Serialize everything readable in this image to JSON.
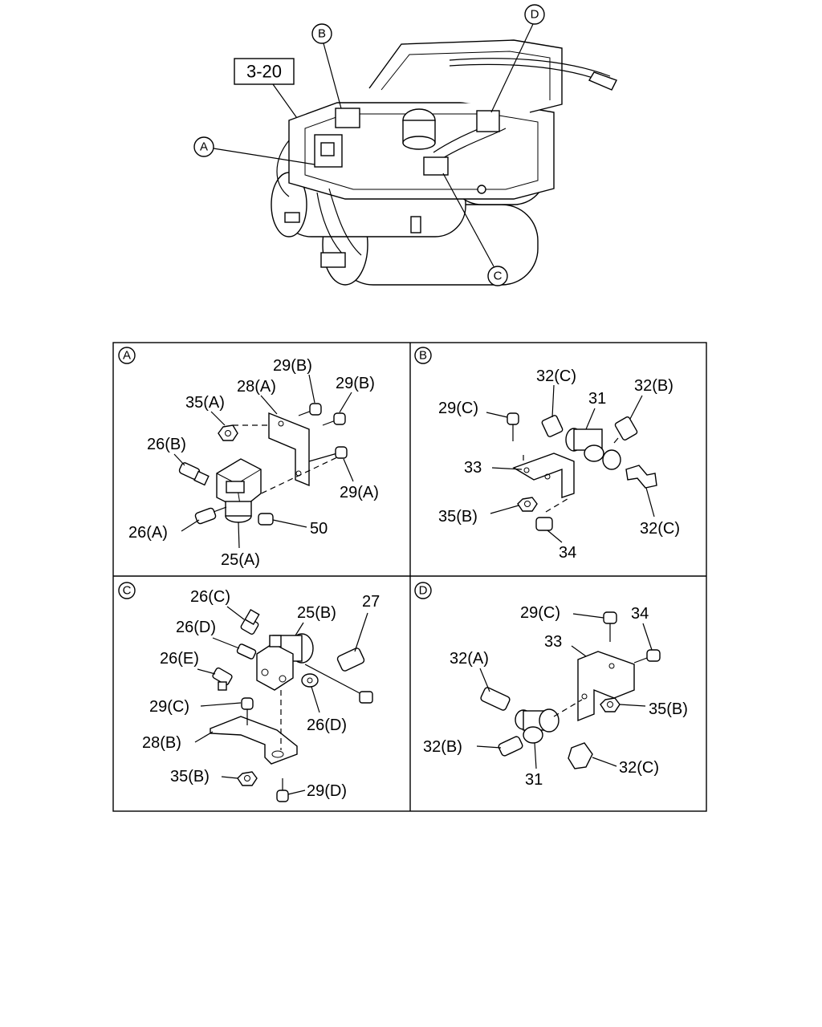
{
  "overview": {
    "ref_box": "3-20",
    "callouts": {
      "a": "A",
      "b": "B",
      "c": "C",
      "d": "D"
    }
  },
  "panel_a": {
    "tag": "A",
    "labels": {
      "l29b_1": "29(B)",
      "l28a": "28(A)",
      "l29b_2": "29(B)",
      "l35a": "35(A)",
      "l26b": "26(B)",
      "l29a": "29(A)",
      "l26a": "26(A)",
      "l50": "50",
      "l25a": "25(A)"
    }
  },
  "panel_b": {
    "tag": "B",
    "labels": {
      "l32c_1": "32(C)",
      "l32b": "32(B)",
      "l29c": "29(C)",
      "l31": "31",
      "l33": "33",
      "l35b": "35(B)",
      "l32c_2": "32(C)",
      "l34": "34"
    }
  },
  "panel_c": {
    "tag": "C",
    "labels": {
      "l26c": "26(C)",
      "l25b": "25(B)",
      "l27": "27",
      "l26d_1": "26(D)",
      "l26e": "26(E)",
      "l29c": "29(C)",
      "l26d_2": "26(D)",
      "l28b": "28(B)",
      "l35b": "35(B)",
      "l29d": "29(D)"
    }
  },
  "panel_d": {
    "tag": "D",
    "labels": {
      "l29c": "29(C)",
      "l34": "34",
      "l33": "33",
      "l32a": "32(A)",
      "l35b": "35(B)",
      "l32b": "32(B)",
      "l32c": "32(C)",
      "l31": "31"
    }
  }
}
